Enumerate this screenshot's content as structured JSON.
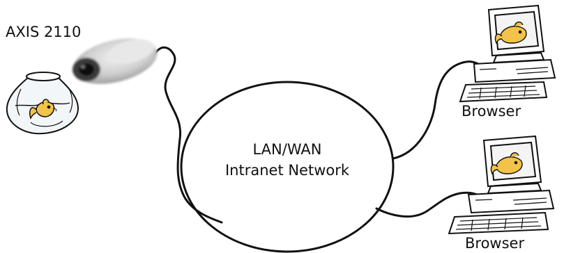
{
  "camera": {
    "label": "AXIS 2110",
    "icon": "network-camera-icon"
  },
  "network": {
    "line1": "LAN/WAN",
    "line2": "Intranet Network"
  },
  "clients": [
    {
      "label": "Browser",
      "icon": "desktop-computer-icon"
    },
    {
      "label": "Browser",
      "icon": "desktop-computer-icon"
    }
  ],
  "decorations": {
    "fishbowl": "fishbowl-icon"
  },
  "colors": {
    "line": "#111111",
    "fish": "#f2c34a",
    "water": "#e9eef2"
  }
}
